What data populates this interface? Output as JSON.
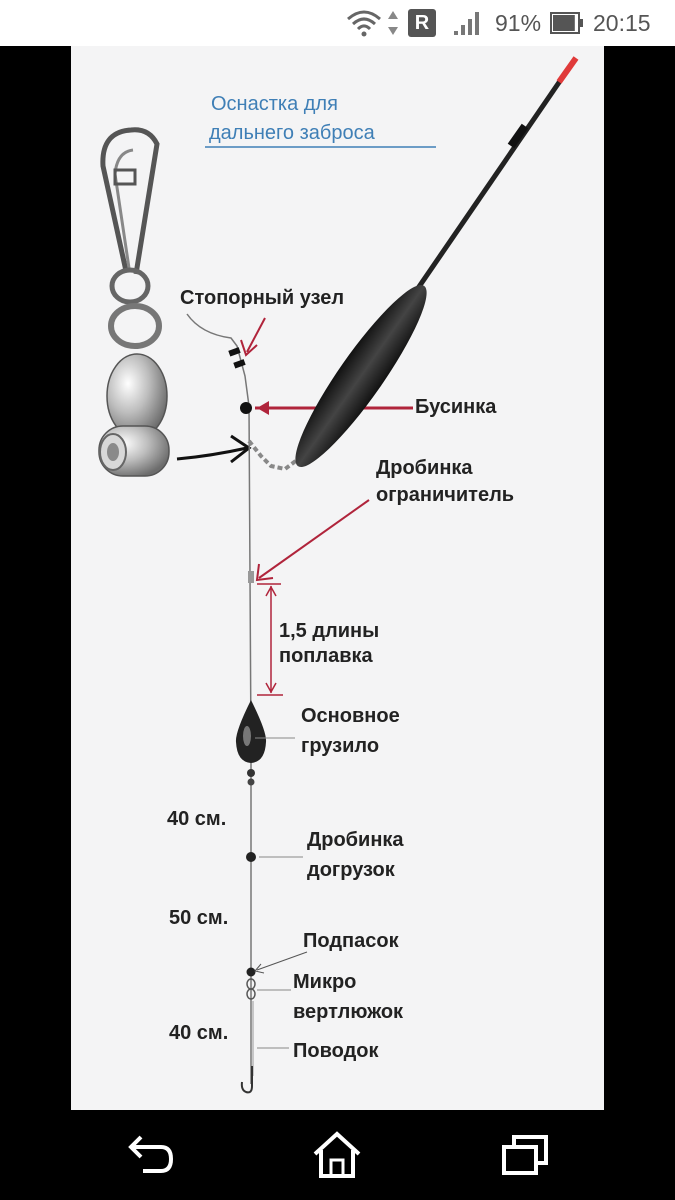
{
  "status_bar": {
    "roaming_badge": "R",
    "battery_percent": "91%",
    "time": "20:15",
    "battery_level": 0.91,
    "icons": [
      "wifi-icon",
      "data-arrows-icon",
      "roaming-icon",
      "signal-icon",
      "battery-icon"
    ]
  },
  "diagram": {
    "title_line1": "Оснастка для",
    "title_line2": "дальнего заброса",
    "labels": {
      "stopper_knot": "Стопорный узел",
      "bead": "Бусинка",
      "limiter_shot_line1": "Дробинка",
      "limiter_shot_line2": "ограничитель",
      "float_length_line1": "1,5 длины",
      "float_length_line2": "поплавка",
      "main_sinker_line1": "Основное",
      "main_sinker_line2": "грузило",
      "dist_1": "40 см.",
      "extra_shot_line1": "Дробинка",
      "extra_shot_line2": "догрузок",
      "dist_2": "50 см.",
      "undershot": "Подпасок",
      "micro_swivel_line1": "Микро",
      "micro_swivel_line2": "вертлюжок",
      "dist_3": "40 см.",
      "leader": "Поводок"
    },
    "colors": {
      "title": "#3f7fb6",
      "pointer_red": "#b0243b",
      "float_tip": "#e03a3a",
      "line": "#666666"
    }
  },
  "nav_bar": {
    "icons": [
      "back-icon",
      "home-icon",
      "recent-apps-icon"
    ]
  }
}
